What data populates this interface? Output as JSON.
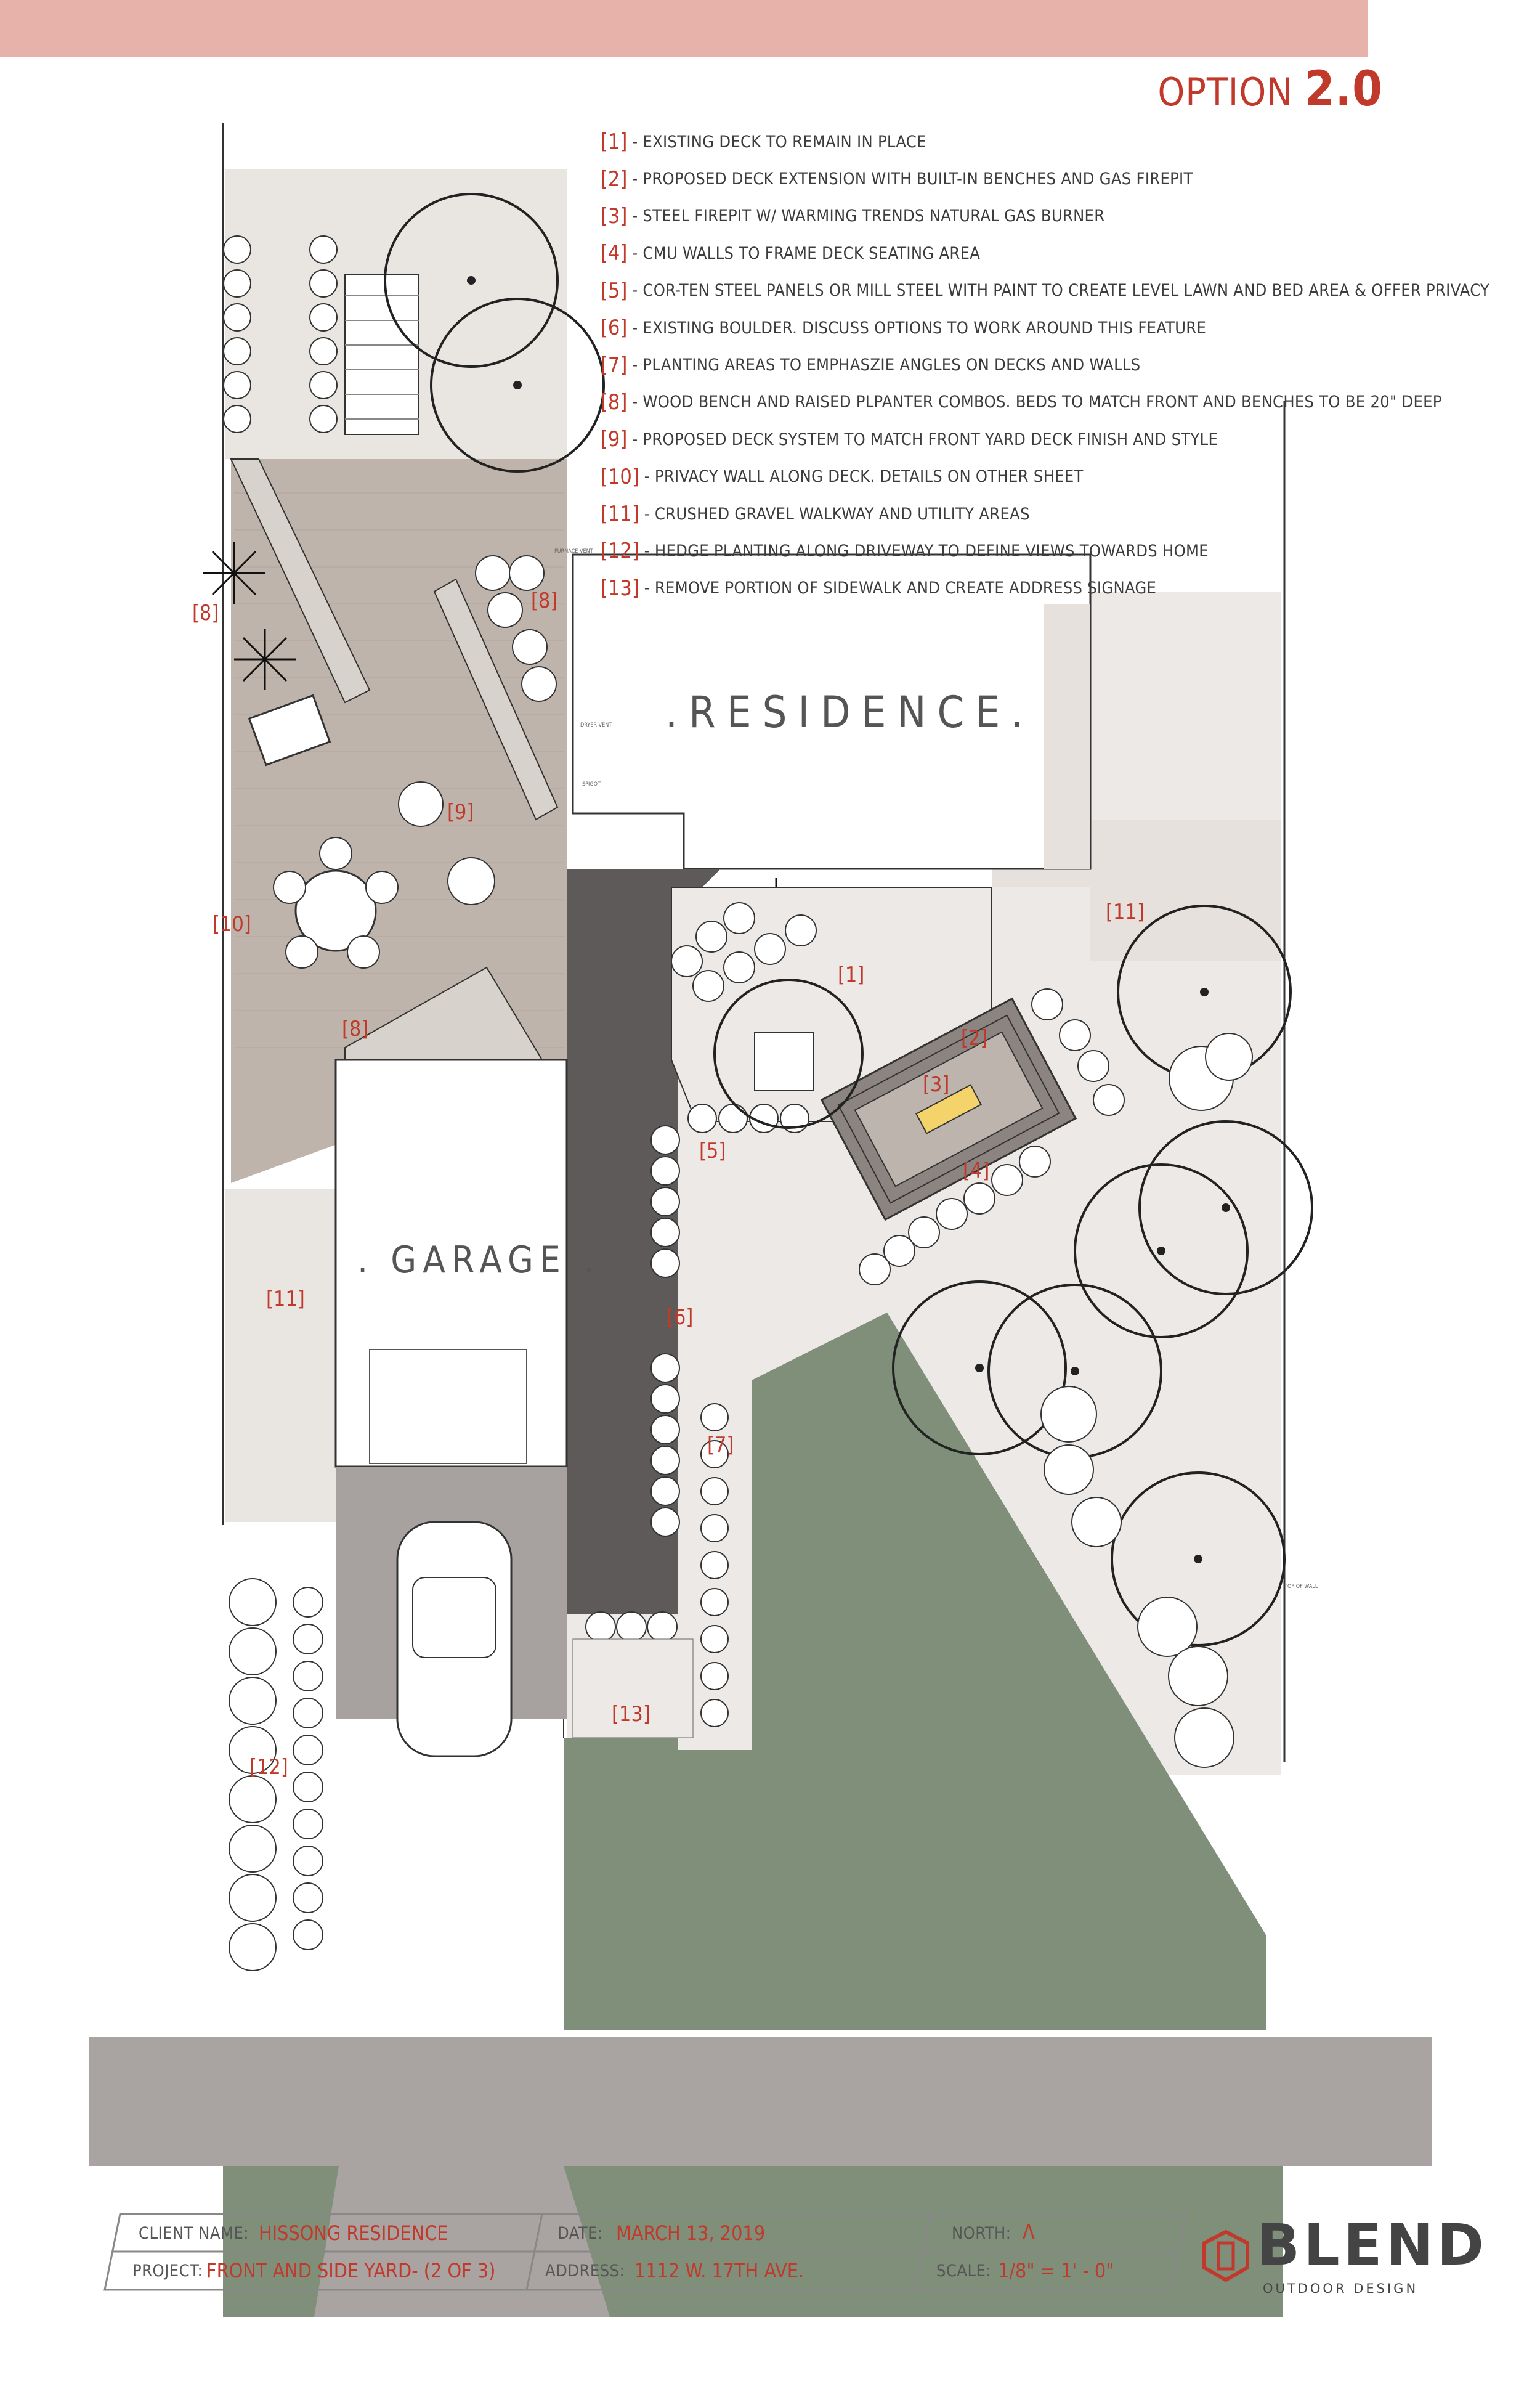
{
  "header": {
    "option_word": "OPTION",
    "option_number": "2.0"
  },
  "legend": [
    {
      "num": "[1]",
      "text": "- Existing deck to remain in place"
    },
    {
      "num": "[2]",
      "text": "- Proposed deck extension with built-in benches and gas firepit"
    },
    {
      "num": "[3]",
      "text": "- Steel firepit w/ Warming Trends natural gas burner"
    },
    {
      "num": "[4]",
      "text": "- CMU walls to frame deck seating area"
    },
    {
      "num": "[5]",
      "text": "- Cor-ten steel panels or mill steel with paint to create level lawn and bed area & offer privacy"
    },
    {
      "num": "[6]",
      "text": "- Existing boulder. Discuss options to work around this feature"
    },
    {
      "num": "[7]",
      "text": "- Planting areas to emphaszie angles on decks and walls"
    },
    {
      "num": "[8]",
      "text": "- Wood bench and raised plpanter combos. Beds to match front and benches to be 20\" deep"
    },
    {
      "num": "[9]",
      "text": "- Proposed deck system to match front yard deck finish and style"
    },
    {
      "num": "[10]",
      "text": "- Privacy wall along deck. Details on other sheet"
    },
    {
      "num": "[11]",
      "text": "- Crushed gravel walkway and utility areas"
    },
    {
      "num": "[12]",
      "text": "- Hedge planting along driveway to define views towards home"
    },
    {
      "num": "[13]",
      "text": "- Remove portion of sidewalk and create address signage"
    }
  ],
  "plan_labels": {
    "residence": ".RESIDENCE.",
    "garage": ". GARAGE .",
    "dryer_vent": "DRYER VENT",
    "furnace_vent": "FURNACE VENT",
    "spigot": "SPIGOT",
    "top_of_wall": "TOP OF WALL",
    "north_arrow": "Λ"
  },
  "callouts": {
    "c8a": "[8]",
    "c8b": "[8]",
    "c8c": "[8]",
    "c9": "[9]",
    "c10": "[10]",
    "c11a": "[11]",
    "c11b": "[11]",
    "c12": "[12]",
    "c13": "[13]",
    "c1": "[1]",
    "c2": "[2]",
    "c3": "[3]",
    "c4": "[4]",
    "c5": "[5]",
    "c6": "[6]",
    "c7": "[7]"
  },
  "title_block": {
    "client_label": "CLIENT NAME:",
    "client_value": "HISSONG RESIDENCE",
    "project_label": "PROJECT:",
    "project_value": "FRONT AND SIDE YARD- (2 OF 3)",
    "date_label": "DATE:",
    "date_value": "MARCH 13, 2019",
    "address_label": "ADDRESS:",
    "address_value": "1112 W. 17TH AVE.",
    "north_label": "NORTH:",
    "north_value": "Λ",
    "scale_label": "SCALE:",
    "scale_value": "1/8\" = 1' - 0\""
  },
  "brand": {
    "name": "BLEND",
    "tagline": "OUTDOOR DESIGN"
  },
  "colors": {
    "accent": "#c0392b",
    "banner": "#e6b2aa",
    "deck": "#bfb4ab",
    "lawn": "#7f8f7a",
    "driveway": "#5e5a5a",
    "street": "#a9a4a1",
    "hardscape": "#e9e6e2"
  }
}
